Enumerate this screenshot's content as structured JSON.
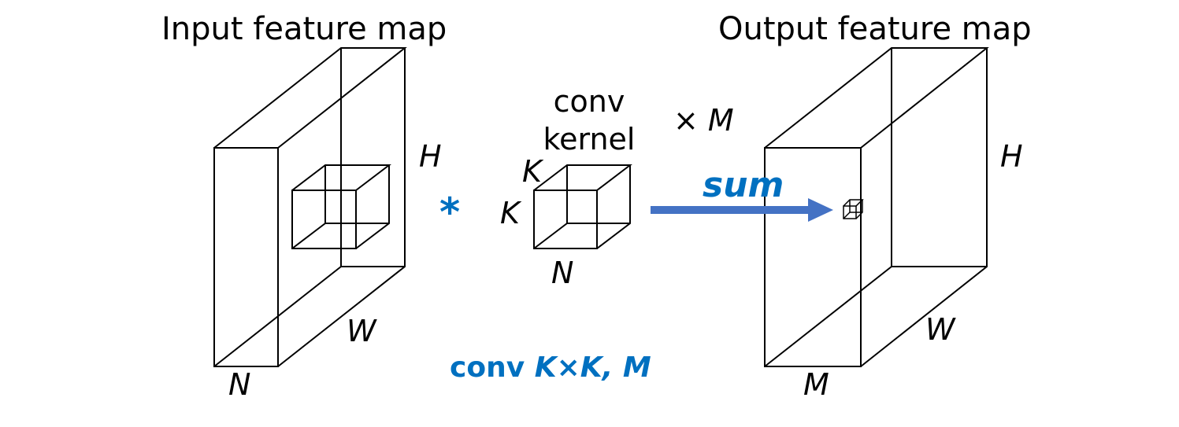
{
  "input": {
    "title": "Input feature map",
    "label_h": "H",
    "label_w": "W",
    "label_n": "N"
  },
  "kernel": {
    "label_line1": "conv",
    "label_line2": "kernel",
    "label_k_top": "K",
    "label_k_left": "K",
    "label_n": "N",
    "times_label": "× M"
  },
  "operator": {
    "symbol": "*",
    "sum_label": "sum"
  },
  "output": {
    "title": "Output feature map",
    "label_h": "H",
    "label_w": "W",
    "label_m": "M"
  },
  "caption": {
    "prefix": "conv ",
    "suffix": "K×K, M"
  },
  "colors": {
    "accent_text": "#0070C0",
    "arrow": "#4472C4",
    "line": "#000000"
  }
}
